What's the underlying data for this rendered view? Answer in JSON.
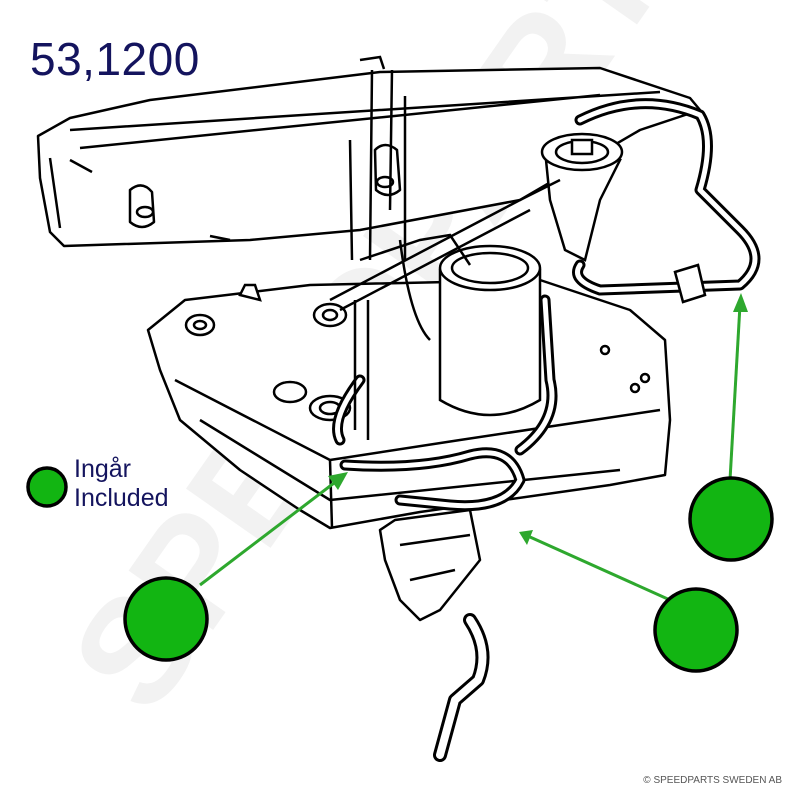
{
  "part_number": "53,1200",
  "legend": {
    "line1": "Ingår",
    "line2": "Included",
    "marker_color": "#12b512"
  },
  "watermark": "SPEEDPARTS",
  "copyright": "© SPEEDPARTS SWEDEN AB",
  "colors": {
    "text": "#14145e",
    "marker": "#12b512",
    "arrow": "#2ea82e",
    "outline": "#000000"
  },
  "callouts": [
    {
      "name": "upper-right-hose"
    },
    {
      "name": "left-tank-hose"
    },
    {
      "name": "lower-center-hose"
    }
  ]
}
